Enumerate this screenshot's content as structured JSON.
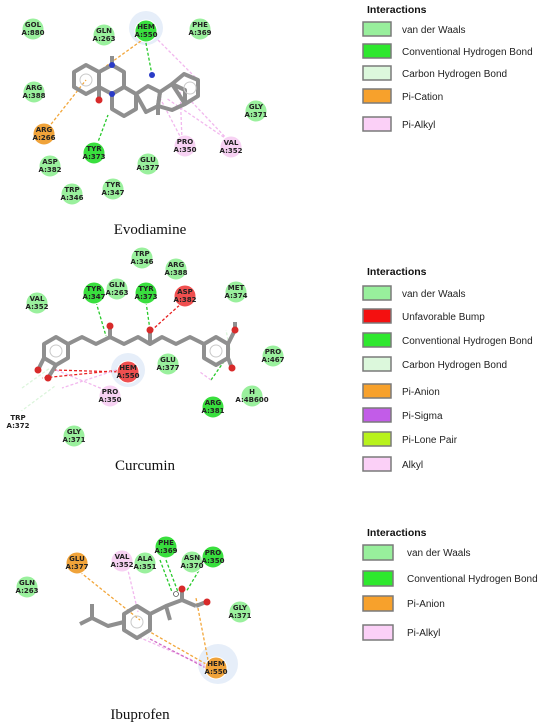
{
  "figure": {
    "panels": [
      {
        "id": "evodiamine",
        "caption": "Evodiamine",
        "residues": [
          {
            "line1": "GOL",
            "line2": "A:880",
            "type": "vdw"
          },
          {
            "line1": "GLN",
            "line2": "A:263",
            "type": "vdw"
          },
          {
            "line1": "HEM",
            "line2": "A:550",
            "type": "hbond"
          },
          {
            "line1": "PHE",
            "line2": "A:369",
            "type": "vdw"
          },
          {
            "line1": "ARG",
            "line2": "A:388",
            "type": "vdw"
          },
          {
            "line1": "GLY",
            "line2": "A:371",
            "type": "vdw"
          },
          {
            "line1": "ARG",
            "line2": "A:266",
            "type": "pi_cation"
          },
          {
            "line1": "TYR",
            "line2": "A:373",
            "type": "hbond"
          },
          {
            "line1": "PRO",
            "line2": "A:350",
            "type": "pi_alkyl"
          },
          {
            "line1": "VAL",
            "line2": "A:352",
            "type": "pi_alkyl"
          },
          {
            "line1": "ASP",
            "line2": "A:382",
            "type": "vdw"
          },
          {
            "line1": "GLU",
            "line2": "A:377",
            "type": "vdw"
          },
          {
            "line1": "TRP",
            "line2": "A:346",
            "type": "vdw"
          },
          {
            "line1": "TYR",
            "line2": "A:347",
            "type": "vdw"
          }
        ],
        "legend": {
          "title": "Interactions",
          "items": [
            {
              "label": "van der Waals",
              "color": "#98ef9c",
              "border": "#7a7a7a"
            },
            {
              "label": "Conventional Hydrogen Bond",
              "color": "#2ee82e",
              "border": "#7a7a7a"
            },
            {
              "label": "Carbon Hydrogen Bond",
              "color": "#dcf8dc",
              "border": "#7a7a7a"
            },
            {
              "label": "Pi-Cation",
              "color": "#f7a12c",
              "border": "#7a7a7a"
            },
            {
              "label": "Pi-Alkyl",
              "color": "#fbd0f7",
              "border": "#7a7a7a"
            }
          ]
        }
      },
      {
        "id": "curcumin",
        "caption": "Curcumin",
        "residues": [
          {
            "line1": "TRP",
            "line2": "A:346",
            "type": "vdw"
          },
          {
            "line1": "ARG",
            "line2": "A:388",
            "type": "vdw"
          },
          {
            "line1": "GLN",
            "line2": "A:263",
            "type": "vdw"
          },
          {
            "line1": "TYR",
            "line2": "A:347",
            "type": "hbond"
          },
          {
            "line1": "TYR",
            "line2": "A:373",
            "type": "hbond"
          },
          {
            "line1": "ASP",
            "line2": "A:382",
            "type": "bump"
          },
          {
            "line1": "MET",
            "line2": "A:374",
            "type": "vdw"
          },
          {
            "line1": "VAL",
            "line2": "A:352",
            "type": "vdw"
          },
          {
            "line1": "PRO",
            "line2": "A:467",
            "type": "vdw"
          },
          {
            "line1": "HEM",
            "line2": "A:550",
            "type": "bump"
          },
          {
            "line1": "GLU",
            "line2": "A:377",
            "type": "vdw"
          },
          {
            "line1": "PRO",
            "line2": "A:350",
            "type": "alkyl"
          },
          {
            "line1": "H",
            "line2": "A:4B600",
            "type": "vdw"
          },
          {
            "line1": "ARG",
            "line2": "A:381",
            "type": "hbond"
          },
          {
            "line1": "TRP",
            "line2": "A:372",
            "type": "vdw"
          },
          {
            "line1": "GLY",
            "line2": "A:371",
            "type": "vdw"
          }
        ],
        "legend": {
          "title": "Interactions",
          "items": [
            {
              "label": "van der Waals",
              "color": "#98ef9c",
              "border": "#7a7a7a"
            },
            {
              "label": "Unfavorable Bump",
              "color": "#f41010",
              "border": "#7a7a7a"
            },
            {
              "label": "Conventional Hydrogen Bond",
              "color": "#2ee82e",
              "border": "#7a7a7a"
            },
            {
              "label": "Carbon Hydrogen Bond",
              "color": "#dcf8dc",
              "border": "#7a7a7a"
            },
            {
              "label": "Pi-Anion",
              "color": "#f7a12c",
              "border": "#7a7a7a"
            },
            {
              "label": "Pi-Sigma",
              "color": "#c25ce8",
              "border": "#7a7a7a"
            },
            {
              "label": "Pi-Lone Pair",
              "color": "#b8f21c",
              "border": "#7a7a7a"
            },
            {
              "label": "Alkyl",
              "color": "#fbd0f7",
              "border": "#7a7a7a"
            }
          ]
        }
      },
      {
        "id": "ibuprofen",
        "caption": "Ibuprofen",
        "residues": [
          {
            "line1": "PHE",
            "line2": "A:369",
            "type": "hbond"
          },
          {
            "line1": "GLU",
            "line2": "A:377",
            "type": "pi_anion"
          },
          {
            "line1": "VAL",
            "line2": "A:352",
            "type": "pi_alkyl"
          },
          {
            "line1": "ALA",
            "line2": "A:351",
            "type": "vdw"
          },
          {
            "line1": "ASN",
            "line2": "A:370",
            "type": "vdw"
          },
          {
            "line1": "PRO",
            "line2": "A:350",
            "type": "hbond"
          },
          {
            "line1": "GLN",
            "line2": "A:263",
            "type": "vdw"
          },
          {
            "line1": "GLY",
            "line2": "A:371",
            "type": "vdw"
          },
          {
            "line1": "HEM",
            "line2": "A:550",
            "type": "pi_anion"
          }
        ],
        "legend": {
          "title": "Interactions",
          "items": [
            {
              "label": "van der Waals",
              "color": "#98ef9c",
              "border": "#7a7a7a"
            },
            {
              "label": "Conventional Hydrogen Bond",
              "color": "#2ee82e",
              "border": "#7a7a7a"
            },
            {
              "label": "Pi-Anion",
              "color": "#f7a12c",
              "border": "#7a7a7a"
            },
            {
              "label": "Pi-Alkyl",
              "color": "#fbd0f7",
              "border": "#7a7a7a"
            }
          ]
        }
      }
    ],
    "residue_colors": {
      "vdw": "#9af09d",
      "hbond": "#39df3e",
      "pi_cation": "#f0a33a",
      "pi_anion": "#f0a33a",
      "pi_alkyl": "#f7d2f3",
      "alkyl": "#f7d2f3",
      "bump": "#ef4f4f"
    }
  }
}
